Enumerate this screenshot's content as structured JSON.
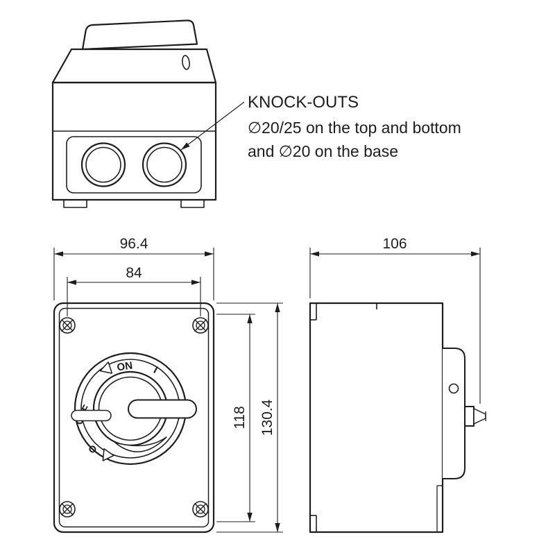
{
  "drawing": {
    "annotation": {
      "heading": "KNOCK-OUTS",
      "line1": "∅20/25 on the top and bottom",
      "line2": "and ∅20 on the base"
    },
    "dimensions": {
      "front_outer_width": "96.4",
      "front_hole_width": "84",
      "front_inner_height": "118",
      "front_outer_height": "130.4",
      "side_depth": "106"
    },
    "switch": {
      "on_label": "ON",
      "off_label": "OFF",
      "on_symbol": "I",
      "off_symbol": "O"
    },
    "colors": {
      "line": "#1d1d1d",
      "background": "#ffffff"
    }
  }
}
